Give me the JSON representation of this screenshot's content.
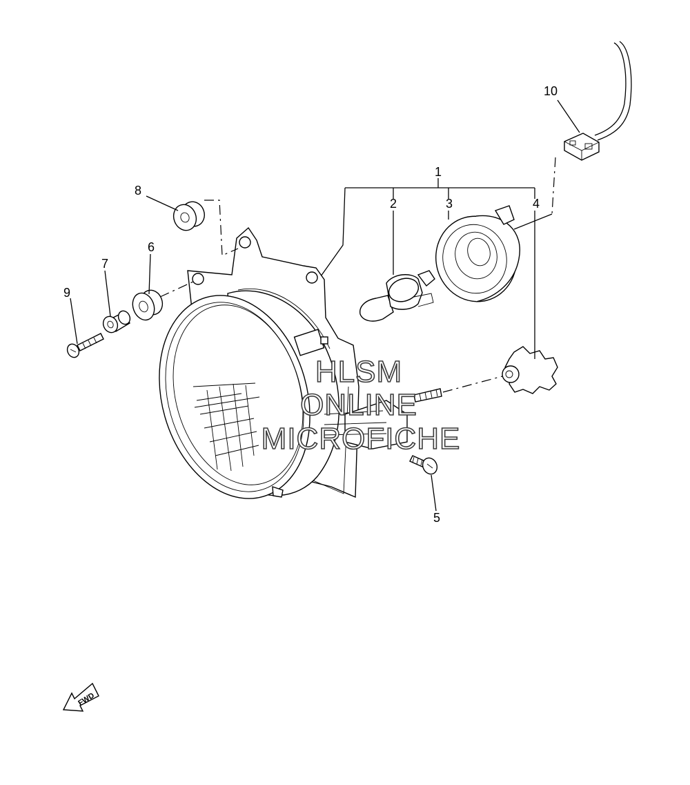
{
  "diagram": {
    "callouts": [
      {
        "id": "c1",
        "label": "1"
      },
      {
        "id": "c2",
        "label": "2"
      },
      {
        "id": "c3",
        "label": "3"
      },
      {
        "id": "c4",
        "label": "4"
      },
      {
        "id": "c5",
        "label": "5"
      },
      {
        "id": "c6",
        "label": "6"
      },
      {
        "id": "c7",
        "label": "7"
      },
      {
        "id": "c8",
        "label": "8"
      },
      {
        "id": "c9",
        "label": "9"
      },
      {
        "id": "c10",
        "label": "10"
      }
    ],
    "watermark": {
      "line1": "HLSM",
      "line2": "ONLINE",
      "line3": "MICROFICHE"
    },
    "fwd_arrow": {
      "label": "FWD"
    }
  }
}
